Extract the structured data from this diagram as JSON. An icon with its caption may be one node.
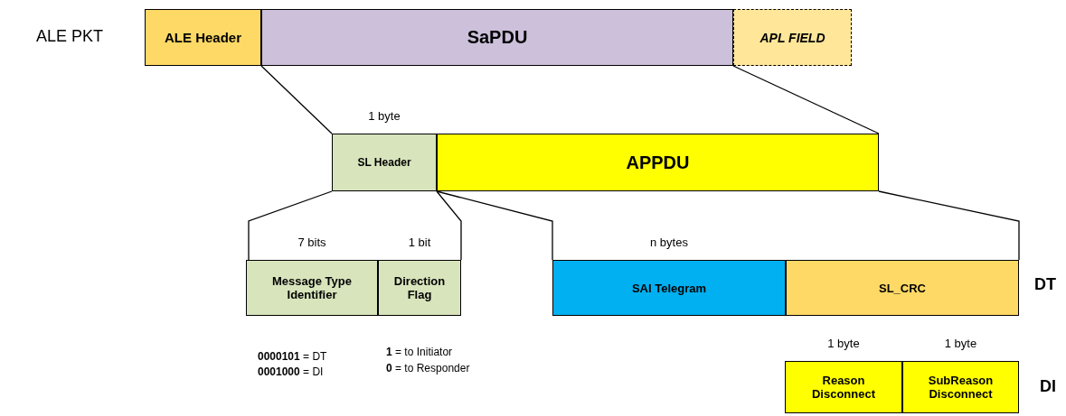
{
  "diagram": {
    "nodes": [
      {
        "text": [
          "ALE Header"
        ]
      },
      {
        "text": [
          "SaPDU"
        ]
      },
      {
        "text": [
          "APL FIELD"
        ]
      },
      {
        "text": [
          "SL Header"
        ],
        "beside": [
          "1 byte"
        ]
      },
      {
        "text": [
          "APPDU"
        ]
      },
      {
        "text": [
          "Message Type Identifier"
        ],
        "beside": [
          "7 bits"
        ]
      },
      {
        "text": [
          "Direction Flag"
        ],
        "beside": [
          "1 bit"
        ]
      },
      {
        "text": [
          "SAI Telegram"
        ],
        "beside": [
          "n bytes"
        ]
      },
      {
        "text": [
          "SL_CRC"
        ]
      },
      {
        "text": [
          "Reason Disconnect"
        ],
        "beside": [
          "1 byte"
        ]
      },
      {
        "text": [
          "SubReason Disconnect"
        ],
        "beside": [
          "1 byte"
        ]
      }
    ],
    "edges": [
      {
        "from": 1,
        "to": 3,
        "arrow": "none"
      },
      {
        "from": 1,
        "to": 4,
        "arrow": "none"
      },
      {
        "from": 3,
        "to": 5,
        "arrow": "none"
      },
      {
        "from": 3,
        "to": 6,
        "arrow": "none"
      },
      {
        "from": 4,
        "to": 7,
        "arrow": "none"
      },
      {
        "from": 4,
        "to": 8,
        "arrow": "none"
      }
    ],
    "labels": [
      "ALE PKT",
      "DT",
      "DI",
      "**0000101** = DT",
      "**0001000** = DI",
      "**1** = to Initiator",
      "**0** = to Responder"
    ]
  }
}
